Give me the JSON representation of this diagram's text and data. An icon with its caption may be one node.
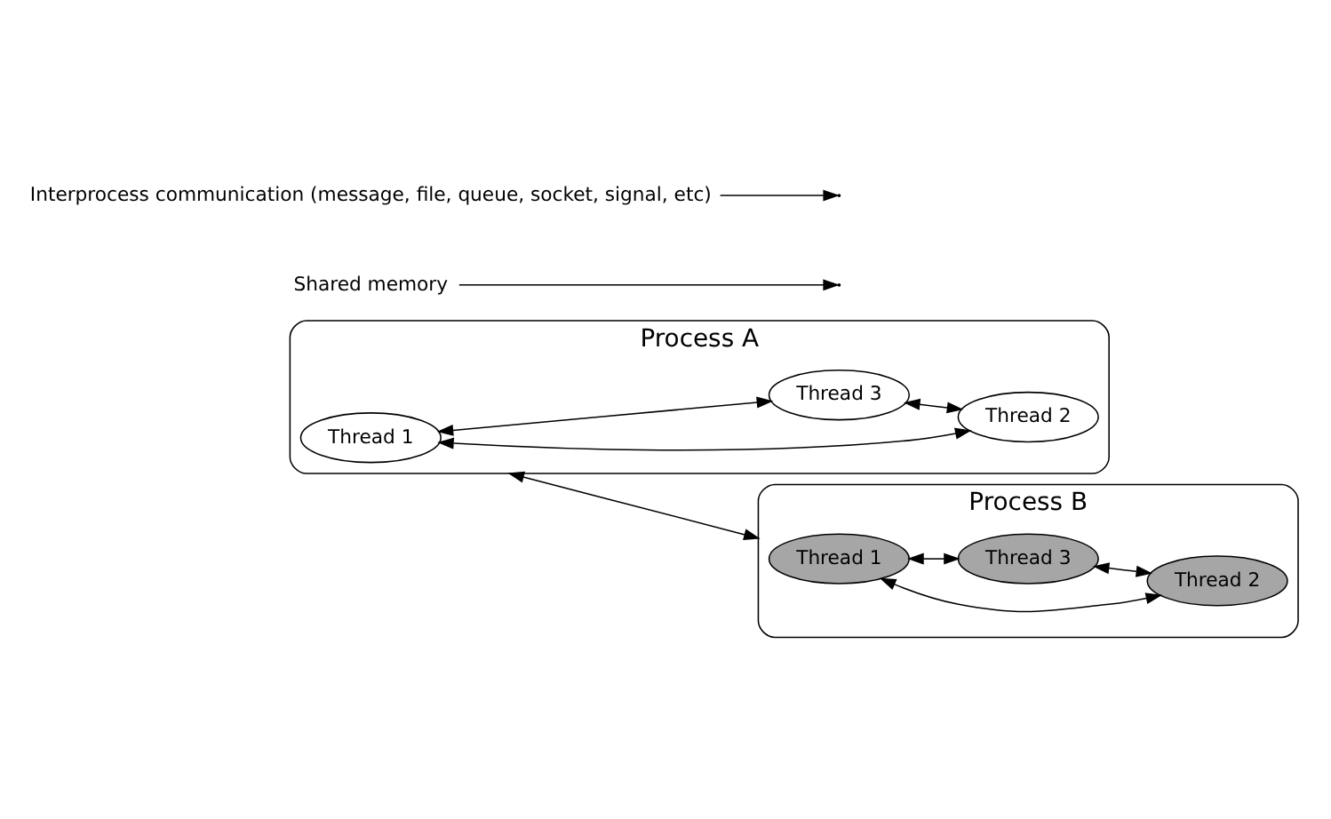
{
  "diagram": {
    "nodes": [
      {
        "text": [
          "Process A"
        ]
      },
      {
        "text": [
          "Thread 1"
        ],
        "in": 0
      },
      {
        "text": [
          "Thread 2"
        ],
        "in": 0
      },
      {
        "text": [
          "Thread 3"
        ],
        "in": 0
      },
      {
        "text": [
          "Process B"
        ]
      },
      {
        "text": [
          "Thread 1"
        ],
        "in": 4
      },
      {
        "text": [
          "Thread 2"
        ],
        "in": 4
      },
      {
        "text": [
          "Thread 3"
        ],
        "in": 4
      },
      {
        "text": [
          "Shared memory"
        ]
      },
      {
        "text": [
          "Interprocess communication (message, file, queue, socket, signal, etc)"
        ]
      }
    ],
    "edges": [
      {
        "from": 1,
        "to": 2,
        "arrow": "both"
      },
      {
        "from": 1,
        "to": 3,
        "arrow": "both"
      },
      {
        "from": 3,
        "to": 2,
        "arrow": "both"
      },
      {
        "from": 5,
        "to": 6,
        "arrow": "both"
      },
      {
        "from": 5,
        "to": 7,
        "arrow": "both"
      },
      {
        "from": 7,
        "to": 6,
        "arrow": "both"
      },
      {
        "from": 0,
        "to": 4,
        "arrow": "both"
      },
      {
        "from": 8,
        "to": null,
        "arrow": "to"
      },
      {
        "from": 9,
        "to": null,
        "arrow": "to"
      }
    ]
  }
}
